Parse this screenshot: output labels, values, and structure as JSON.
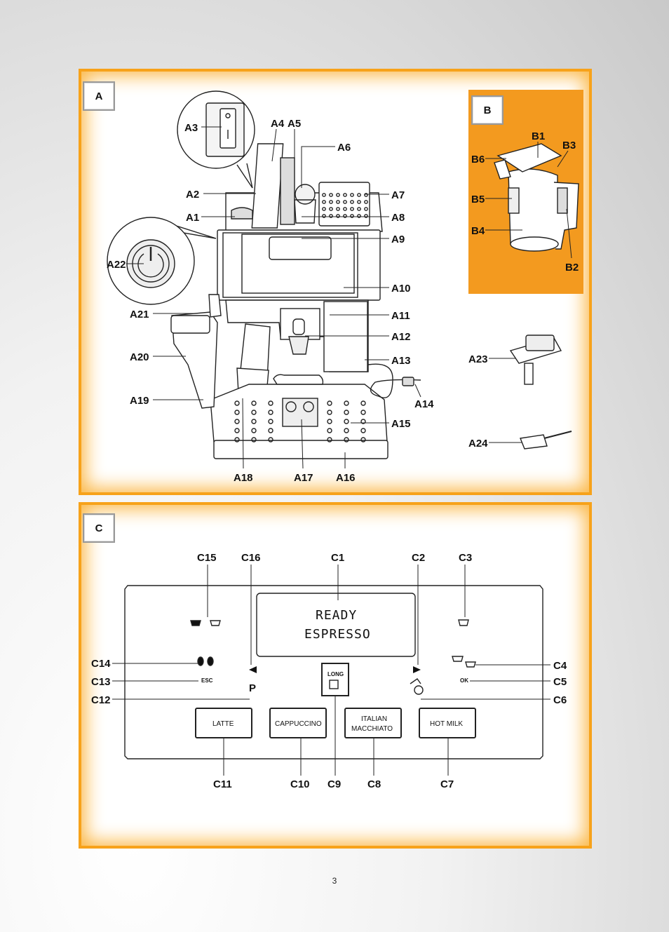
{
  "panels": {
    "a": "A",
    "b": "B",
    "c": "C"
  },
  "labels": {
    "a1": "A1",
    "a2": "A2",
    "a3": "A3",
    "a4": "A4",
    "a5": "A5",
    "a6": "A6",
    "a7": "A7",
    "a8": "A8",
    "a9": "A9",
    "a10": "A10",
    "a11": "A11",
    "a12": "A12",
    "a13": "A13",
    "a14": "A14",
    "a15": "A15",
    "a16": "A16",
    "a17": "A17",
    "a18": "A18",
    "a19": "A19",
    "a20": "A20",
    "a21": "A21",
    "a22": "A22",
    "a23": "A23",
    "a24": "A24",
    "b1": "B1",
    "b2": "B2",
    "b3": "B3",
    "b4": "B4",
    "b5": "B5",
    "b6": "B6",
    "c1": "C1",
    "c2": "C2",
    "c3": "C3",
    "c4": "C4",
    "c5": "C5",
    "c6": "C6",
    "c7": "C7",
    "c8": "C8",
    "c9": "C9",
    "c10": "C10",
    "c11": "C11",
    "c12": "C12",
    "c13": "C13",
    "c14": "C14",
    "c15": "C15",
    "c16": "C16"
  },
  "display": {
    "line1": "READY",
    "line2": "ESPRESSO"
  },
  "control_panel": {
    "long": "LONG",
    "esc": "ESC",
    "ok": "OK",
    "p": "P",
    "latte": "LATTE",
    "cappuccino": "CAPPUCCINO",
    "italian": "ITALIAN",
    "macchiato": "MACCHIATO",
    "hot_milk": "HOT MILK"
  },
  "page_number": "3",
  "colors": {
    "accent": "#f39a1f",
    "frame": "#f7a21a"
  }
}
